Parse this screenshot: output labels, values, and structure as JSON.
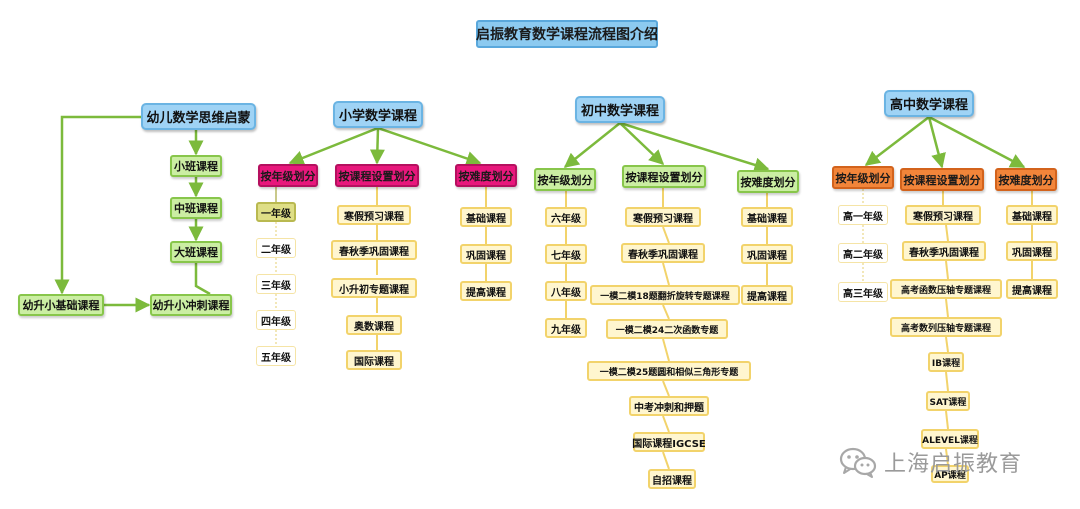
{
  "title": "启振教育数学课程流程图介绍",
  "watermark": "上海启振教育",
  "sections": {
    "kinder": {
      "heading": "幼儿数学思维启蒙",
      "classes": [
        "小班课程",
        "中班课程",
        "大班课程"
      ],
      "foundation": "幼升小基础课程",
      "sprint": "幼升小冲刺课程"
    },
    "primary": {
      "heading": "小学数学课程",
      "by_grade": {
        "label": "按年级划分",
        "items": [
          "一年级",
          "二年级",
          "三年级",
          "四年级",
          "五年级"
        ]
      },
      "by_course": {
        "label": "按课程设置划分",
        "items": [
          "寒假预习课程",
          "春秋季巩固课程",
          "小升初专题课程",
          "奥数课程",
          "国际课程"
        ]
      },
      "by_difficulty": {
        "label": "按难度划分",
        "items": [
          "基础课程",
          "巩固课程",
          "提高课程"
        ]
      }
    },
    "middle": {
      "heading": "初中数学课程",
      "by_grade": {
        "label": "按年级划分",
        "items": [
          "六年级",
          "七年级",
          "八年级",
          "九年级"
        ]
      },
      "by_course": {
        "label": "按课程设置划分",
        "items": [
          "寒假预习课程",
          "春秋季巩固课程",
          "一模二模18题翻折旋转专题课程",
          "一模二模24二次函数专题",
          "一模二模25题圆和相似三角形专题",
          "中考冲刺和押题",
          "国际课程IGCSE",
          "自招课程"
        ]
      },
      "by_difficulty": {
        "label": "按难度划分",
        "items": [
          "基础课程",
          "巩固课程",
          "提高课程"
        ]
      }
    },
    "high": {
      "heading": "高中数学课程",
      "by_grade": {
        "label": "按年级划分",
        "items": [
          "高一年级",
          "高二年级",
          "高三年级"
        ]
      },
      "by_course": {
        "label": "按课程设置划分",
        "items": [
          "寒假预习课程",
          "春秋季巩固课程",
          "高考函数压轴专题课程",
          "高考数列压轴专题课程",
          "IB课程",
          "SAT课程",
          "ALEVEL课程",
          "AP课程"
        ]
      },
      "by_difficulty": {
        "label": "按难度划分",
        "items": [
          "基础课程",
          "巩固课程",
          "提高课程"
        ]
      }
    }
  }
}
